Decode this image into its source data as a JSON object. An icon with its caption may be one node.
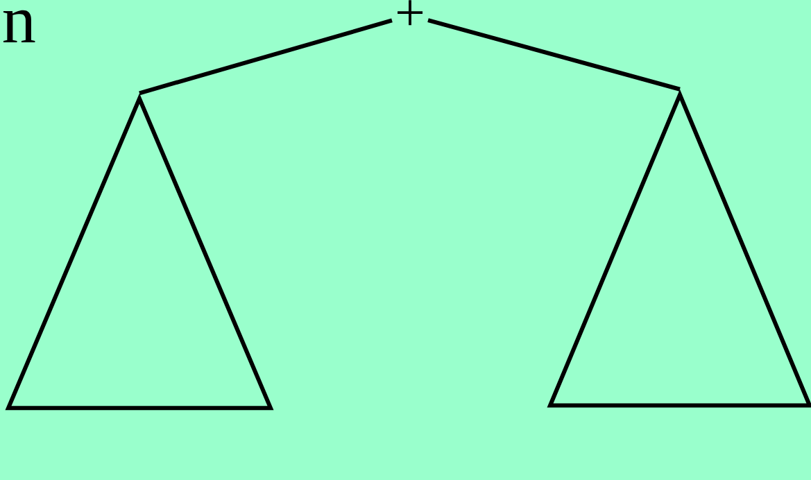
{
  "diagram": {
    "nodes": [
      {
        "text": [
          "+"
        ]
      },
      {
        "text": [],
        "shape": "triangle"
      },
      {
        "text": [],
        "shape": "triangle"
      }
    ],
    "edges": [
      {
        "from": 0,
        "to": 1,
        "arrow": "none"
      },
      {
        "from": 0,
        "to": 2,
        "arrow": "none"
      }
    ],
    "labels": [
      "n"
    ]
  }
}
